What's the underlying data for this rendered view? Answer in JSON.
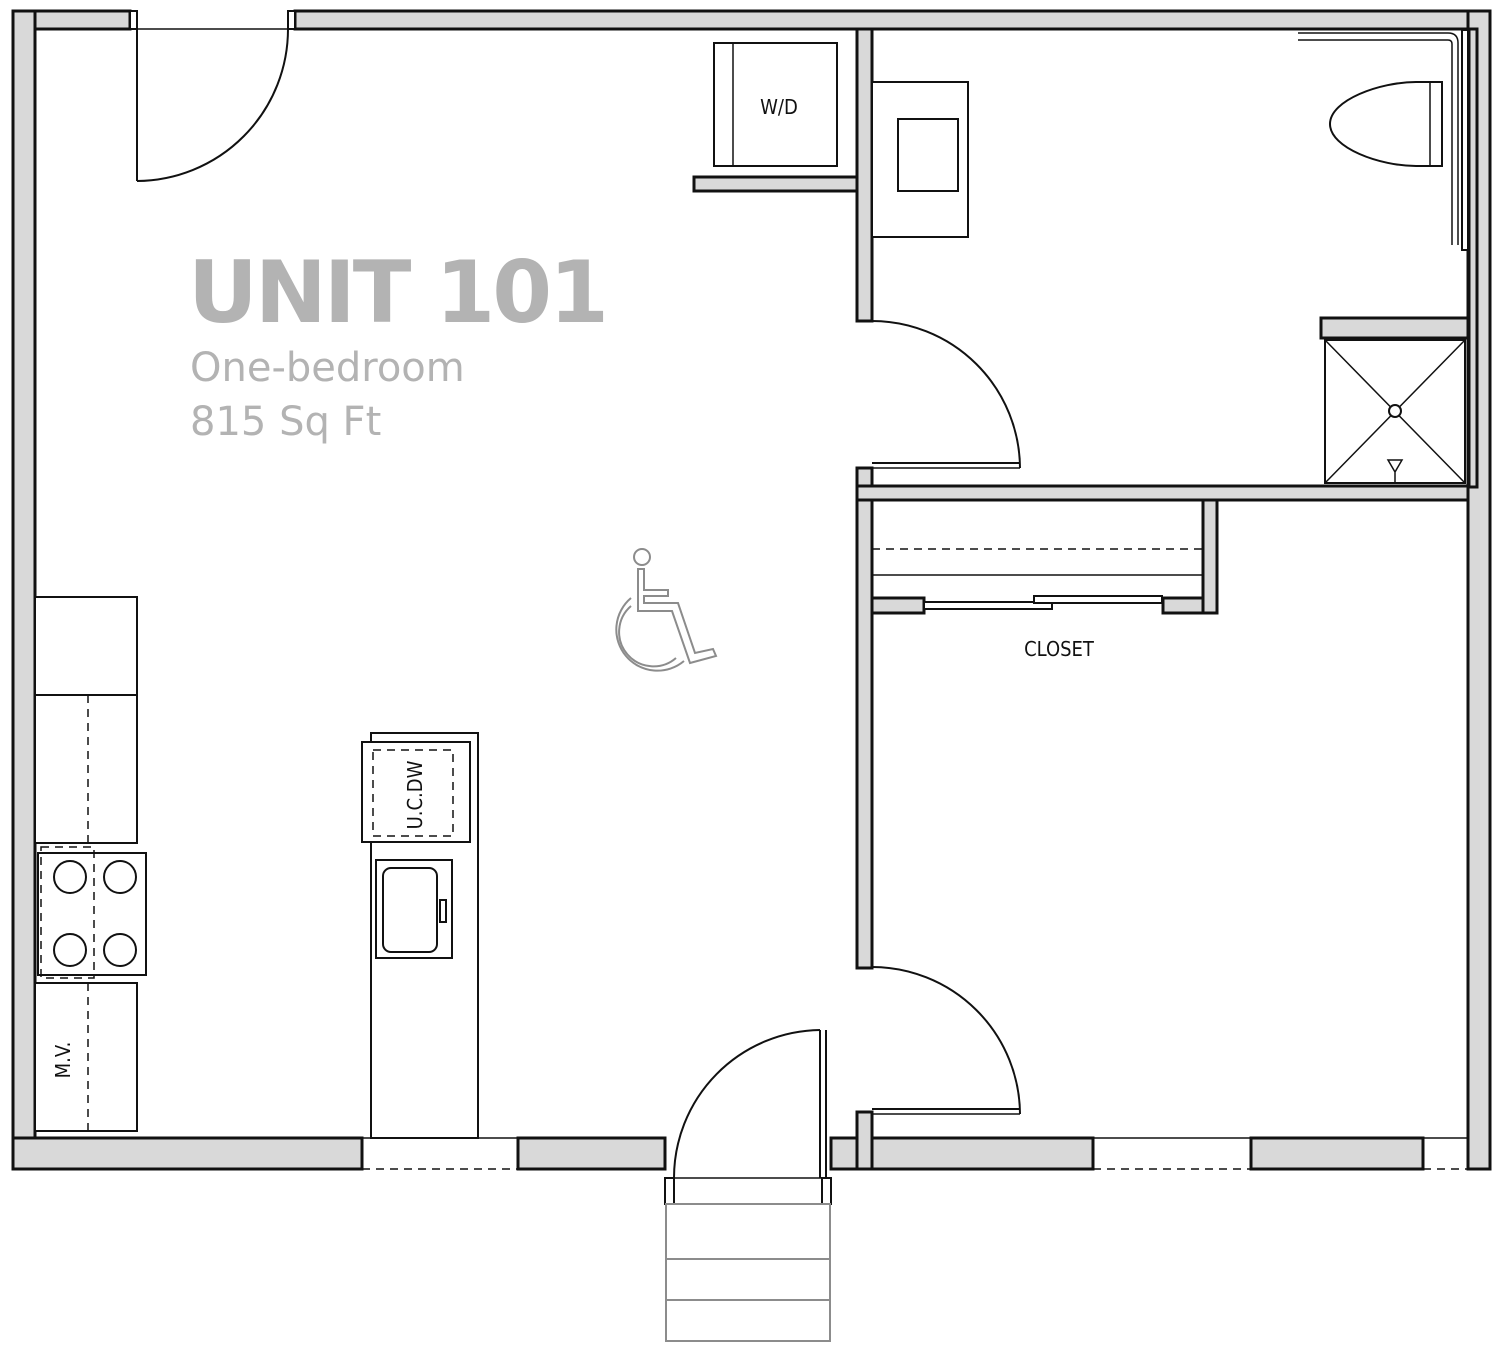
{
  "unit": {
    "title": "UNIT 101",
    "type": "One-bedroom",
    "area": "815 Sq Ft"
  },
  "labels": {
    "washer_dryer": "W/D",
    "closet": "CLOSET",
    "dishwasher": "U.C.DW",
    "microwave": "M.V."
  },
  "icons": [
    "wheelchair-accessible-icon"
  ],
  "colors": {
    "wall_fill": "#d9d9d9",
    "line": "#111111",
    "title_text": "#b3b3b3",
    "accessibility_icon": "#8c8c8c"
  }
}
